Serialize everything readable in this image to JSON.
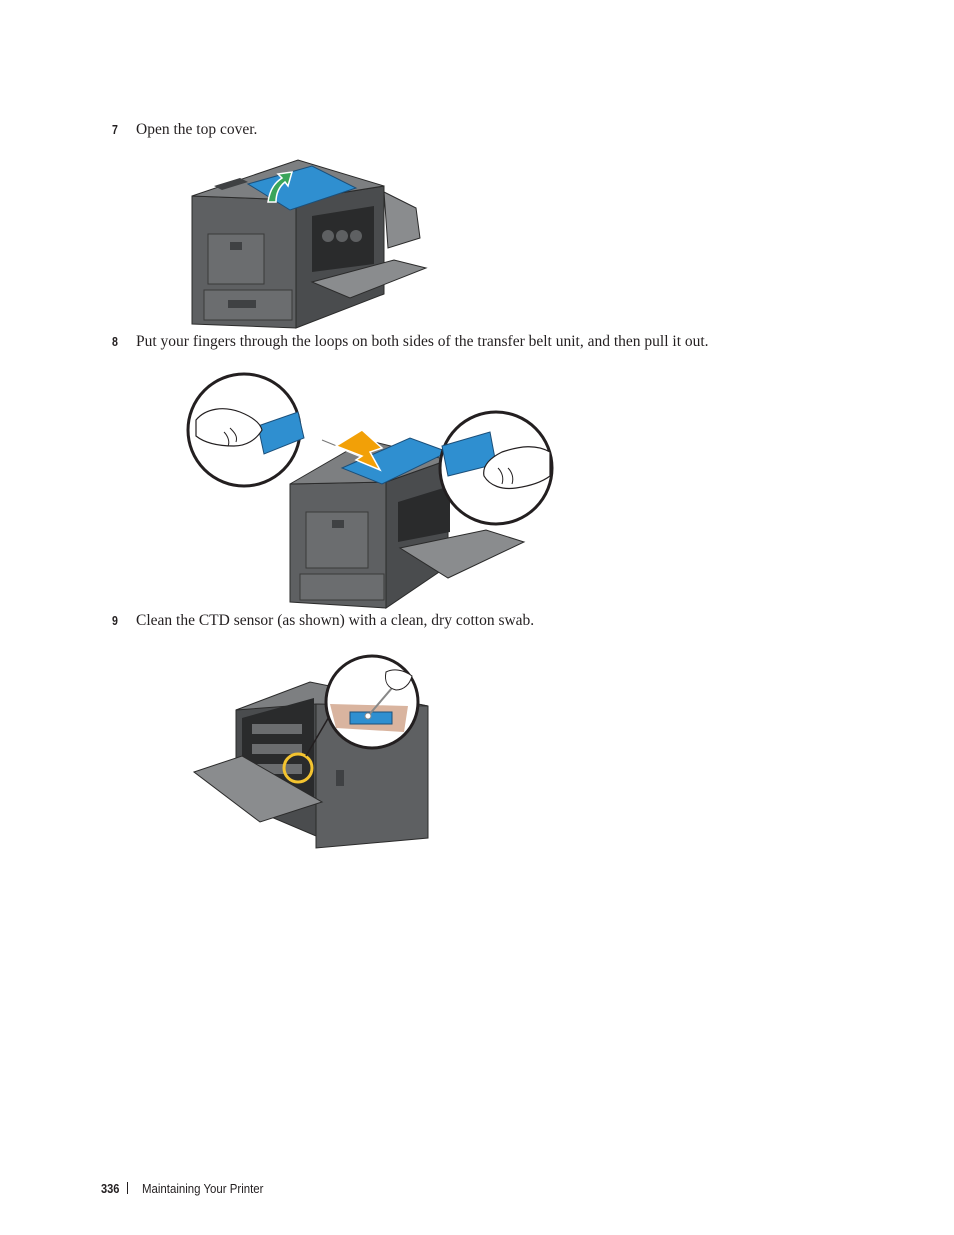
{
  "steps": [
    {
      "number": "7",
      "text": "Open the top cover."
    },
    {
      "number": "8",
      "text": "Put your fingers through the loops on both sides of the transfer belt unit, and then pull it out."
    },
    {
      "number": "9",
      "text": "Clean the CTD sensor (as shown) with a clean, dry cotton swab."
    }
  ],
  "footer": {
    "page_number": "336",
    "section_title": "Maintaining Your Printer"
  },
  "colors": {
    "printer_body": "#5e6062",
    "printer_dark": "#3f4143",
    "printer_light": "#8a8c8e",
    "accent_blue": "#2f8fd0",
    "arrow_green": "#3aa55a",
    "arrow_orange": "#f2a007",
    "highlight_yellow": "#f4c430"
  }
}
